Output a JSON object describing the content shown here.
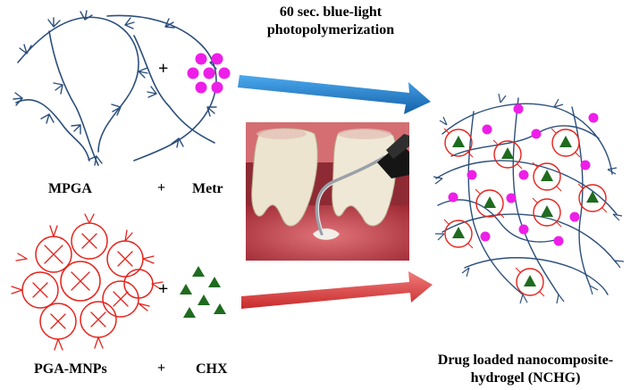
{
  "process": {
    "line1": "60 sec. blue-light",
    "line2": "photopolymerization"
  },
  "labels": {
    "mpga": "MPGA",
    "plus": "+",
    "metr": "Metr",
    "pga_mnps": "PGA-MNPs",
    "chx": "CHX"
  },
  "product": {
    "line1": "Drug loaded nanocomposite-",
    "line2": "hydrogel (NCHG)"
  },
  "colors": {
    "polymer": "#2c4f7c",
    "nanoparticle": "#e8221b",
    "metr_drug": "#ee1ee8",
    "chx_drug": "#1f6b1f",
    "arrow_blue": "#1a7fd2",
    "arrow_red": "#e54848"
  }
}
